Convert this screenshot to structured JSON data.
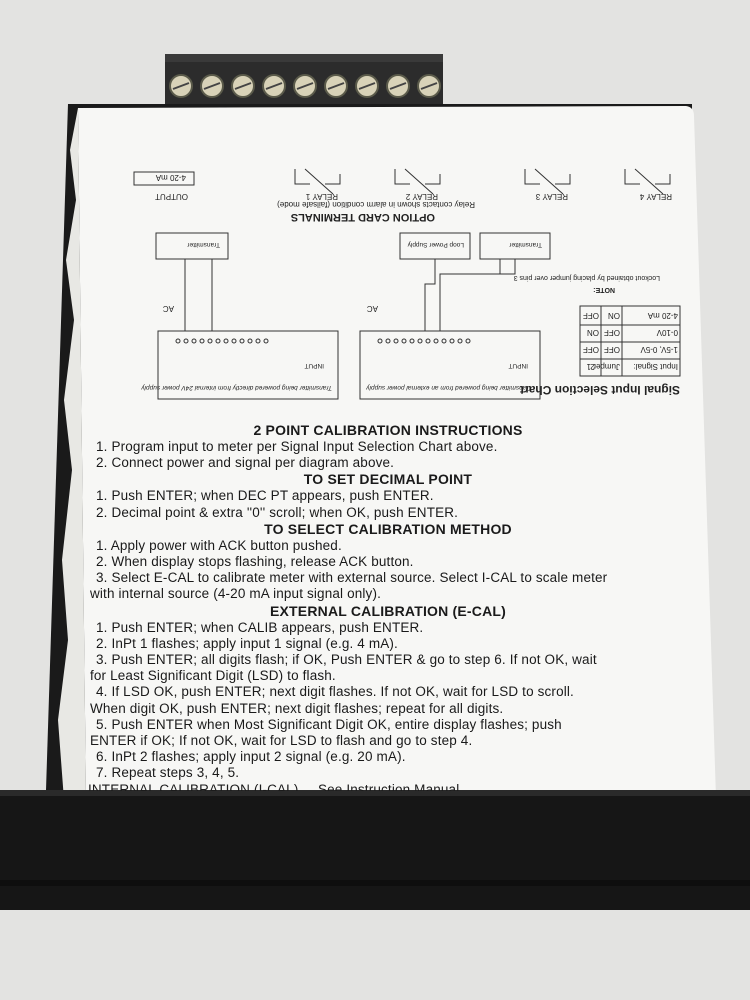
{
  "label": {
    "upside_down": {
      "option_card_title": "OPTION CARD TERMINALS",
      "relay_note": "Relay contacts shown in alarm condition (failsafe mode)",
      "output_label": "OUTPUT",
      "output_range": "4-20 mA",
      "relays": [
        "RELAY 1",
        "RELAY 2",
        "RELAY 3",
        "RELAY 4"
      ],
      "transmitter_label": "Transmitter",
      "loop_power_label": "Loop Power Supply",
      "transmitter_24v_caption": "Transmitter being powered directly from internal 24V power supply",
      "transmitter_ext_caption": "Transmitter being powered from an external power supply",
      "input_label": "INPUT",
      "ac_label": "AC",
      "selection_chart_title": "Signal Input Selection Chart",
      "chart_header": [
        "Input Signal:",
        "Jumper 1",
        "2"
      ],
      "chart_rows": [
        [
          "1-5V, 0-5V",
          "OFF",
          "OFF"
        ],
        [
          "0-10V",
          "OFF",
          "ON"
        ],
        [
          "4-20 mA",
          "ON",
          "OFF"
        ]
      ],
      "note_title": "NOTE:",
      "note_text": "Lockout obtained by placing jumper over pins 3"
    },
    "instructions": [
      {
        "style": "head",
        "text": "2 POINT CALIBRATION INSTRUCTIONS"
      },
      {
        "style": "indent",
        "text": "1.  Program input to meter per Signal Input Selection Chart above."
      },
      {
        "style": "indent",
        "text": "2.  Connect power and signal per diagram above."
      },
      {
        "style": "head",
        "text": "TO SET DECIMAL POINT"
      },
      {
        "style": "indent",
        "text": "1.  Push ENTER; when DEC PT appears, push ENTER."
      },
      {
        "style": "indent",
        "text": "2.  Decimal point & extra ''0'' scroll; when OK, push ENTER."
      },
      {
        "style": "head",
        "text": "TO SELECT CALIBRATION METHOD"
      },
      {
        "style": "indent",
        "text": "1.  Apply power with ACK button pushed."
      },
      {
        "style": "indent",
        "text": "2.  When display stops flashing, release ACK button."
      },
      {
        "style": "indent",
        "text": "3.  Select E-CAL to calibrate meter with external source. Select I-CAL to scale meter"
      },
      {
        "style": "wrapline",
        "text": "with internal source (4-20 mA input signal only)."
      },
      {
        "style": "head",
        "text": "EXTERNAL CALIBRATION (E-CAL)"
      },
      {
        "style": "indent",
        "text": "1.  Push ENTER; when CALIB appears, push ENTER."
      },
      {
        "style": "indent",
        "text": "2.  InPt 1 flashes; apply input 1 signal (e.g. 4 mA)."
      },
      {
        "style": "indent",
        "text": "3.  Push ENTER; all digits flash; if OK, Push ENTER & go to step 6. If not OK, wait"
      },
      {
        "style": "wrapline",
        "text": "for Least Significant Digit (LSD) to flash."
      },
      {
        "style": "indent",
        "text": "4.  If LSD OK, push ENTER; next digit flashes. If not OK, wait for LSD to scroll."
      },
      {
        "style": "wrapline",
        "text": "When digit OK, push ENTER; next digit flashes; repeat for all digits."
      },
      {
        "style": "indent",
        "text": "5.  Push ENTER when Most Significant Digit OK, entire display flashes; push"
      },
      {
        "style": "wrapline",
        "text": "ENTER if OK; If not OK, wait for LSD to flash and go to step 4."
      },
      {
        "style": "indent",
        "text": "6.  InPt 2 flashes; apply input 2 signal (e.g. 20 mA)."
      },
      {
        "style": "indent",
        "text": "7.  Repeat steps 3, 4, 5."
      },
      {
        "style": "cut",
        "text": "INTERNAL CALIBRATION (I-CAL) ... See Instruction Manual"
      }
    ]
  },
  "colors": {
    "background": "#e3e3e1",
    "label_paper": "#f7f7f5",
    "device_body": "#1b1b1b",
    "terminal_block": "#2a2a2a",
    "screw": "#d8d2b8"
  }
}
